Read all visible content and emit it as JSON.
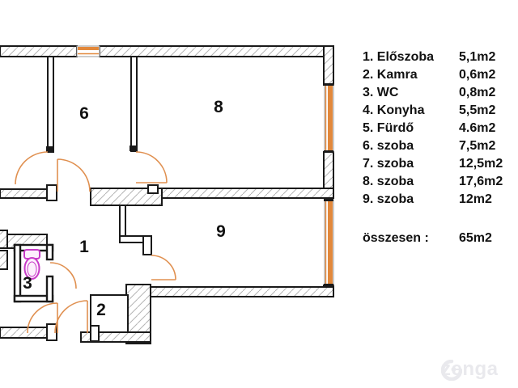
{
  "legend": {
    "items": [
      {
        "label": "1. Előszoba",
        "area": "5,1m2"
      },
      {
        "label": "2. Kamra",
        "area": "0,6m2"
      },
      {
        "label": "3. WC",
        "area": "0,8m2"
      },
      {
        "label": "4. Konyha",
        "area": "5,5m2"
      },
      {
        "label": "5. Fürdő",
        "area": "4.6m2"
      },
      {
        "label": "6. szoba",
        "area": "7,5m2"
      },
      {
        "label": "7. szoba",
        "area": "12,5m2"
      },
      {
        "label": "8. szoba",
        "area": "17,6m2"
      },
      {
        "label": "9. szoba",
        "area": "12m2"
      }
    ],
    "total_label": "összesen :",
    "total_area": "65m2"
  },
  "plan": {
    "room_numbers": {
      "hall": "1",
      "pantry": "2",
      "wc": "3",
      "room6": "6",
      "room8": "8",
      "room9": "9"
    }
  },
  "watermark": {
    "brand": "zenga"
  },
  "colors": {
    "wall_black": "#1a1a1a",
    "hatch_gray": "#b4b4b4",
    "window_orange": "#e2883b",
    "door_arc_orange": "#e09050",
    "toilet_magenta": "#c83cc8",
    "watermark_gray": "#e9e9ed"
  }
}
